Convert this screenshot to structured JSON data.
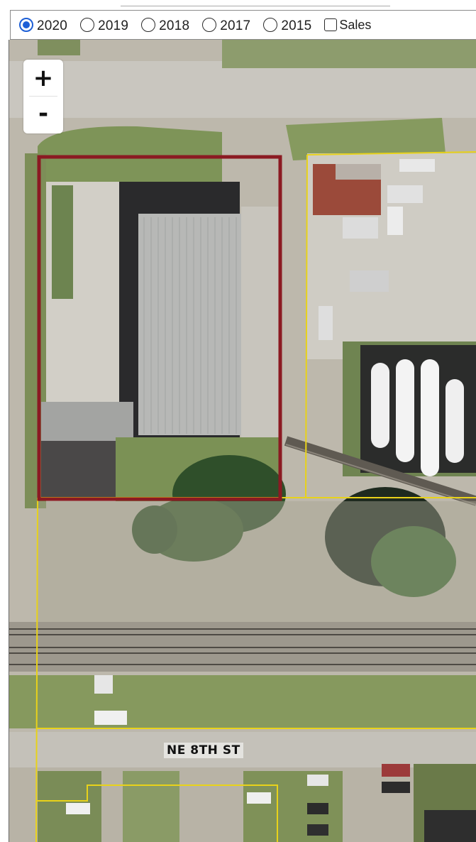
{
  "years": {
    "selected": "2020",
    "options": [
      "2020",
      "2019",
      "2018",
      "2017",
      "2015"
    ]
  },
  "sales_label": "Sales",
  "zoom": {
    "in_label": "+",
    "out_label": "-"
  },
  "map": {
    "street_label": "NE 8TH ST",
    "icons": {
      "zoom_in": "plus-icon",
      "zoom_out": "minus-icon"
    },
    "colors": {
      "selected_parcel": "#8b1a22",
      "parcel_lines": "#e8d21a",
      "aerial_base": "#b9b4a8"
    }
  }
}
